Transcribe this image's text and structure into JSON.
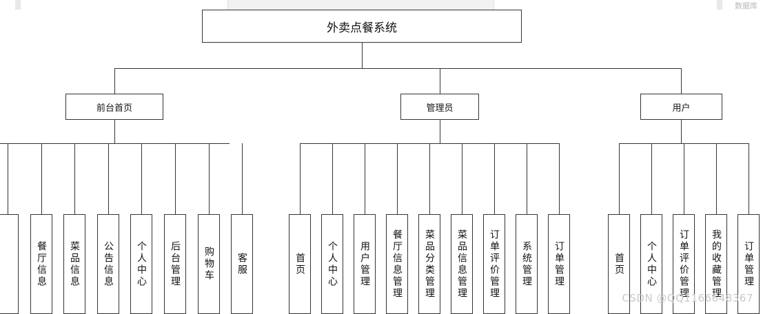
{
  "root": {
    "label": "外卖点餐系统"
  },
  "branches": [
    {
      "id": "frontend",
      "label": "前台首页",
      "items": [
        "",
        "餐厅信息",
        "菜品信息",
        "公告信息",
        "个人中心",
        "后台管理",
        "购物车",
        "客服"
      ]
    },
    {
      "id": "admin",
      "label": "管理员",
      "items": [
        "首页",
        "个人中心",
        "用户管理",
        "餐厅信息管理",
        "菜品分类管理",
        "菜品信息管理",
        "订单评价管理",
        "系统管理",
        "订单管理"
      ]
    },
    {
      "id": "user",
      "label": "用户",
      "items": [
        "首页",
        "个人中心",
        "订单评价管理",
        "我的收藏管理",
        "订单管理"
      ]
    }
  ],
  "top_bar": {
    "db_tag": "数据库"
  },
  "watermark": "CSDN @QQ1166648367"
}
